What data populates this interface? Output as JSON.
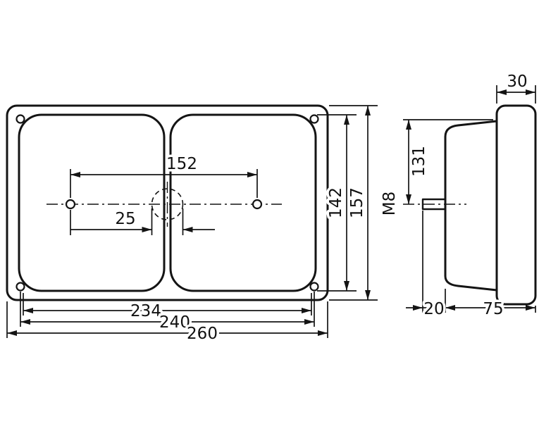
{
  "front_view": {
    "hole_spacing": "152",
    "center_hole": "25",
    "width_lens": "234",
    "width_screws": "240",
    "width_overall": "260",
    "height_lens": "142",
    "height_overall": "157"
  },
  "side_view": {
    "lens_depth": "30",
    "stud_to_top": "131",
    "stud_thread": "M8",
    "stud_length": "20",
    "body_depth": "75"
  },
  "colors": {
    "line": "#141414",
    "background": "#ffffff"
  }
}
